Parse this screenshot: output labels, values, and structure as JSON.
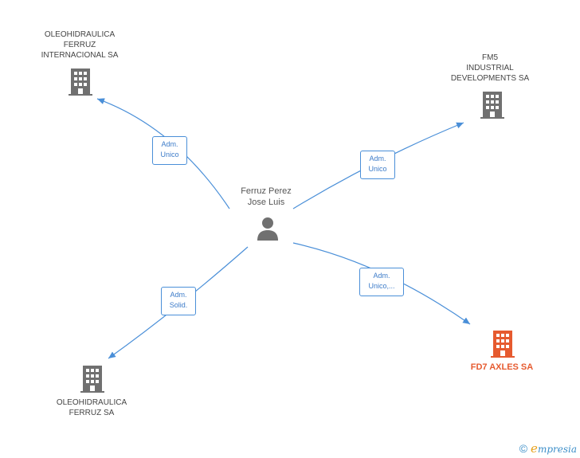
{
  "colors": {
    "edge": "#4a8fd8",
    "building": "#707070",
    "building_highlight": "#e65a2f",
    "person": "#707070"
  },
  "person": {
    "label": "Ferruz Perez\nJose Luis",
    "icon": "person-icon"
  },
  "nodes": [
    {
      "label": "OLEOHIDRAULICA\nFERRUZ\nINTERNACIONAL SA",
      "icon": "building-icon"
    },
    {
      "label": "FM5\nINDUSTRIAL\nDEVELOPMENTS SA",
      "icon": "building-icon"
    },
    {
      "label": "OLEOHIDRAULICA\nFERRUZ SA",
      "icon": "building-icon"
    },
    {
      "label": "FD7 AXLES SA",
      "icon": "building-icon"
    }
  ],
  "edges": [
    {
      "label": "Adm.\nUnico"
    },
    {
      "label": "Adm.\nUnico"
    },
    {
      "label": "Adm.\nSolid."
    },
    {
      "label": "Adm.\nUnico,..."
    }
  ],
  "footer": {
    "copyright": "©",
    "brand_initial": "e",
    "brand_rest": "mpresia"
  }
}
